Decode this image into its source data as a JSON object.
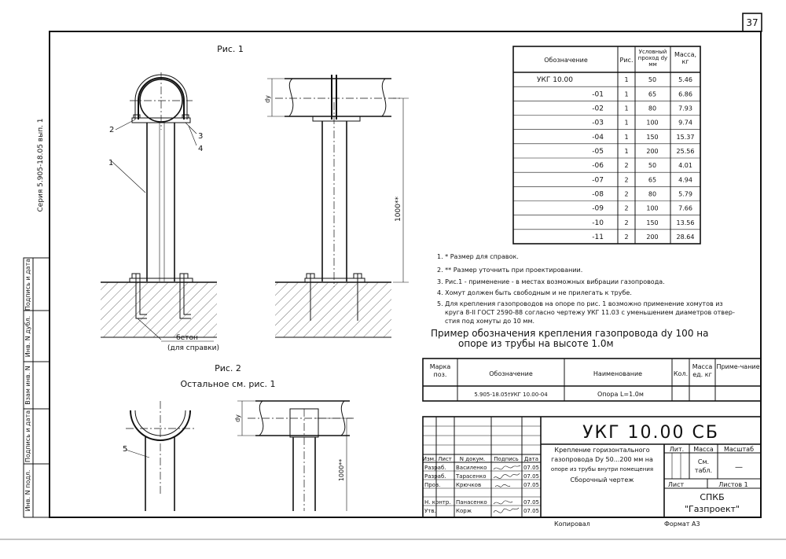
{
  "page_number": "37",
  "side_series": "Серия 5.905-18.05 вып. 1",
  "side_stamp": [
    "Инв. N подл.",
    "Подпись и дата",
    "Взам инв. N",
    "Инв. N дубл.",
    "Подпись и дата"
  ],
  "fig1_title": "Рис. 1",
  "fig2_title": "Рис. 2",
  "fig2_subtitle": "Остальное см. рис. 1",
  "callouts": {
    "c1": "1",
    "c2": "2",
    "c3": "3",
    "c4": "4",
    "c5": "5"
  },
  "dim_dy": "dу",
  "dim_1000_a": "1000**",
  "dim_1000_b": "1000**",
  "concrete_label_1": "бетон",
  "concrete_label_2": "(для справки)",
  "spec_table": {
    "headers": [
      "Обозначение",
      "Рис.",
      "Условный проход dу мм",
      "Масса, кг"
    ],
    "rows": [
      [
        "УКГ 10.00",
        "1",
        "50",
        "5.46"
      ],
      [
        "-01",
        "1",
        "65",
        "6.86"
      ],
      [
        "-02",
        "1",
        "80",
        "7.93"
      ],
      [
        "-03",
        "1",
        "100",
        "9.74"
      ],
      [
        "-04",
        "1",
        "150",
        "15.37"
      ],
      [
        "-05",
        "1",
        "200",
        "25.56"
      ],
      [
        "-06",
        "2",
        "50",
        "4.01"
      ],
      [
        "-07",
        "2",
        "65",
        "4.94"
      ],
      [
        "-08",
        "2",
        "80",
        "5.79"
      ],
      [
        "-09",
        "2",
        "100",
        "7.66"
      ],
      [
        "-10",
        "2",
        "150",
        "13.56"
      ],
      [
        "-11",
        "2",
        "200",
        "28.64"
      ]
    ]
  },
  "notes": [
    "1. * Размер для справок.",
    "2. ** Размер уточнить при проектировании.",
    "3. Рис.1 - применение - в местах возможных вибрации газопровода.",
    "4. Хомут должен быть свободным и не прилегать к трубе.",
    "5. Для крепления газопроводов на опоре по рис. 1 возможно применение хомутов из",
    "круга 8-II ГОСТ 2590-88 согласно чертежу УКГ 11.03 с уменьшением диаметров отвер-",
    "стия под хомуты до 10 мм."
  ],
  "example_line1": "Пример обозначения крепления газопровода  dу 100   на",
  "example_line2": "опоре из трубы на высоте 1.0м",
  "parts_table": {
    "h_mark": "Марка поз.",
    "h_designation": "Обозначение",
    "h_name": "Наименование",
    "h_qty": "Кол.",
    "h_mass": "Масса ед. кг",
    "h_note": "Приме-чание",
    "r_designation": "5.905-18.05†УКГ 10.00-04",
    "r_name": "Опора  L=1.0м"
  },
  "title_block": {
    "code": "УКГ 10.00 СБ",
    "desc1": "Крепление горизонтального",
    "desc2": "газопровода Dу 50...200 мм на",
    "desc3": "опоре из трубы внутри помещения",
    "desc4": "Сборочный чертеж",
    "h_change": "Изм.",
    "h_sheet": "Лист",
    "h_doc": "N докум.",
    "h_sign": "Подпись",
    "h_date": "Дата",
    "people": [
      [
        "Разраб.",
        "Василенко",
        "07.05"
      ],
      [
        "Разраб.",
        "Тарасенко",
        "07.05"
      ],
      [
        "Пров.",
        "Крючков",
        "07.05"
      ],
      [
        "",
        "",
        ""
      ],
      [
        "Н. контр.",
        "Панасенко",
        "07.05"
      ],
      [
        "Утв.",
        "Корж",
        "07.05"
      ]
    ],
    "lit": "Лит.",
    "mass": "Масса",
    "scale": "Масштаб",
    "see_table1": "См.",
    "see_table2": "табл.",
    "scale_val": "—",
    "sheet": "Лист",
    "sheets": "Листов  1",
    "org1": "СПКБ",
    "org2": "\"Газпроект\""
  },
  "copied": "Копировал",
  "format": "Формат А3"
}
